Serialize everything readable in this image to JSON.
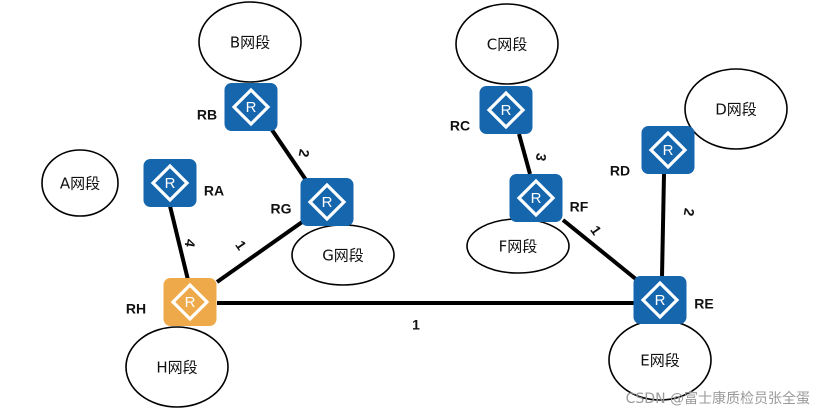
{
  "colors": {
    "router_default": "#1566ad",
    "router_highlight": "#eeaa4a",
    "link": "#000000",
    "icon_glyph": "#ffffff"
  },
  "routers": [
    {
      "id": "RA",
      "label": "RA",
      "highlight": false
    },
    {
      "id": "RB",
      "label": "RB",
      "highlight": false
    },
    {
      "id": "RC",
      "label": "RC",
      "highlight": false
    },
    {
      "id": "RD",
      "label": "RD",
      "highlight": false
    },
    {
      "id": "RE",
      "label": "RE",
      "highlight": false
    },
    {
      "id": "RF",
      "label": "RF",
      "highlight": false
    },
    {
      "id": "RG",
      "label": "RG",
      "highlight": false
    },
    {
      "id": "RH",
      "label": "RH",
      "highlight": true
    }
  ],
  "router_icon_glyph": "R",
  "segments": [
    {
      "id": "A",
      "label": "A网段",
      "router": "RA"
    },
    {
      "id": "B",
      "label": "B网段",
      "router": "RB"
    },
    {
      "id": "C",
      "label": "C网段",
      "router": "RC"
    },
    {
      "id": "D",
      "label": "D网段",
      "router": "RD"
    },
    {
      "id": "E",
      "label": "E网段",
      "router": "RE"
    },
    {
      "id": "F",
      "label": "F网段",
      "router": "RF"
    },
    {
      "id": "G",
      "label": "G网段",
      "router": "RG"
    },
    {
      "id": "H",
      "label": "H网段",
      "router": "RH"
    }
  ],
  "links": [
    {
      "from": "RA",
      "to": "RH",
      "cost": "4"
    },
    {
      "from": "RB",
      "to": "RG",
      "cost": "2"
    },
    {
      "from": "RG",
      "to": "RH",
      "cost": "1"
    },
    {
      "from": "RH",
      "to": "RE",
      "cost": "1"
    },
    {
      "from": "RC",
      "to": "RF",
      "cost": "3"
    },
    {
      "from": "RF",
      "to": "RE",
      "cost": "1"
    },
    {
      "from": "RD",
      "to": "RE",
      "cost": "2"
    }
  ],
  "watermark": "CSDN @富士康质检员张全蛋"
}
